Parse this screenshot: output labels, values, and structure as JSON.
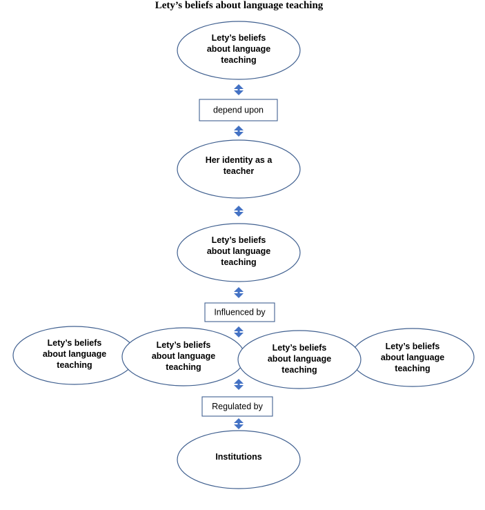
{
  "title": "Lety’s beliefs about language teaching",
  "colors": {
    "outline": "#3f5f8f",
    "connector": "#4472c4",
    "text": "#000000",
    "fill": "#ffffff"
  },
  "nodes": {
    "top": {
      "lines": [
        "Lety’s beliefs",
        "about language",
        "teaching"
      ]
    },
    "depend": {
      "lines": [
        "depend upon"
      ]
    },
    "identity": {
      "lines": [
        "Her identity as a",
        "teacher"
      ]
    },
    "middle": {
      "lines": [
        "Lety’s beliefs",
        "about language",
        "teaching"
      ]
    },
    "influenced": {
      "lines": [
        "Influenced by"
      ]
    },
    "row1": {
      "lines": [
        "Lety’s beliefs",
        "about language",
        "teaching"
      ]
    },
    "row2": {
      "lines": [
        "Lety’s beliefs",
        "about language",
        "teaching"
      ]
    },
    "row3": {
      "lines": [
        "Lety’s beliefs",
        "about language",
        "teaching"
      ]
    },
    "row4": {
      "lines": [
        "Lety’s beliefs",
        "about language",
        "teaching"
      ]
    },
    "regulated": {
      "lines": [
        "Regulated by"
      ]
    },
    "institutions": {
      "lines": [
        "Institutions"
      ]
    }
  }
}
